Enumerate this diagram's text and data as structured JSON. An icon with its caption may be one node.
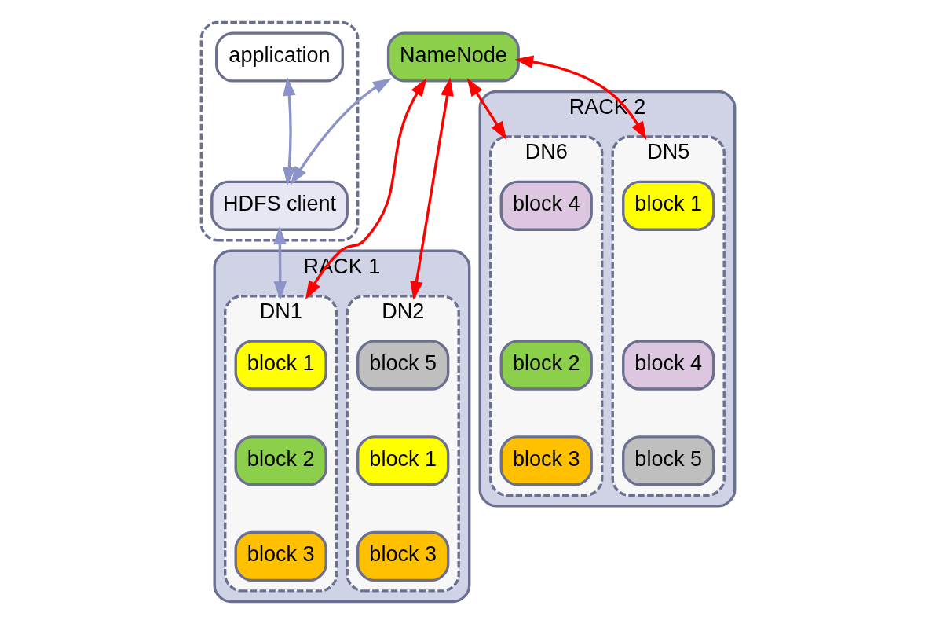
{
  "diagram": {
    "nodes": [
      {
        "text": [],
        "shape": "box"
      },
      {
        "text": [
          "application"
        ],
        "in": 0
      },
      {
        "text": [
          "HDFS client"
        ],
        "in": 0
      },
      {
        "text": [
          "NameNode"
        ]
      },
      {
        "text": [
          "RACK 1"
        ]
      },
      {
        "text": [
          "DN1"
        ],
        "in": 4
      },
      {
        "text": [
          "block 1"
        ],
        "in": 5
      },
      {
        "text": [
          "block 2"
        ],
        "in": 5
      },
      {
        "text": [
          "block 3"
        ],
        "in": 5
      },
      {
        "text": [
          "DN2"
        ],
        "in": 4
      },
      {
        "text": [
          "block 5"
        ],
        "in": 9
      },
      {
        "text": [
          "block 1"
        ],
        "in": 9
      },
      {
        "text": [
          "block 3"
        ],
        "in": 9
      },
      {
        "text": [
          "RACK 2"
        ]
      },
      {
        "text": [
          "DN5"
        ],
        "in": 13
      },
      {
        "text": [
          "block 1"
        ],
        "in": 14
      },
      {
        "text": [
          "block 4"
        ],
        "in": 14
      },
      {
        "text": [
          "block 5"
        ],
        "in": 14
      },
      {
        "text": [
          "DN6"
        ],
        "in": 13
      },
      {
        "text": [
          "block 4"
        ],
        "in": 18
      },
      {
        "text": [
          "block 2"
        ],
        "in": 18
      },
      {
        "text": [
          "block 3"
        ],
        "in": 18
      }
    ],
    "edges": [
      {
        "from": 1,
        "to": 2,
        "arrow": "both",
        "color": "#8c93c8"
      },
      {
        "from": 2,
        "to": 3,
        "arrow": "both",
        "color": "#8c93c8"
      },
      {
        "from": 2,
        "to": 5,
        "arrow": "both",
        "color": "#8c93c8"
      },
      {
        "from": 5,
        "to": 3,
        "arrow": "both",
        "color": "#ff0000"
      },
      {
        "from": 9,
        "to": 3,
        "arrow": "both",
        "color": "#ff0000"
      },
      {
        "from": 14,
        "to": 3,
        "arrow": "both",
        "color": "#ff0000"
      },
      {
        "from": 18,
        "to": 3,
        "arrow": "both",
        "color": "#ff0000"
      }
    ]
  }
}
